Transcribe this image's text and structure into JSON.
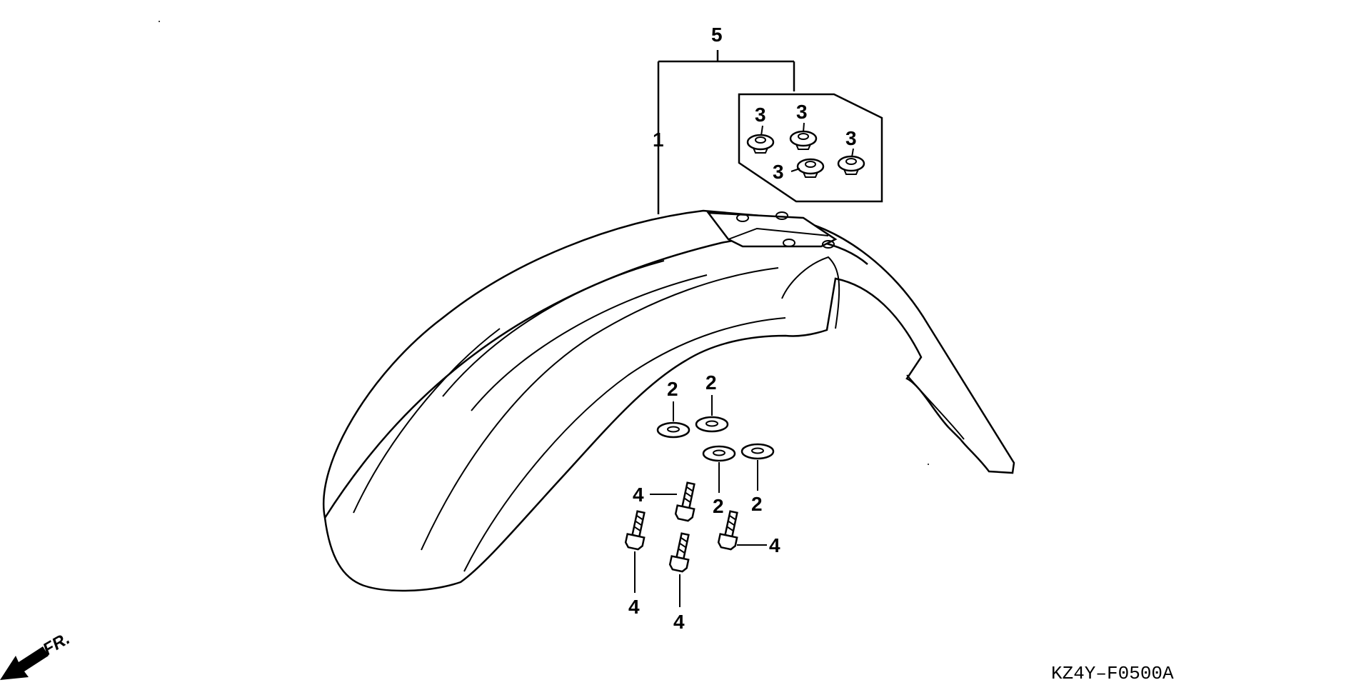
{
  "diagram": {
    "drawing_code": "KZ4Y–F0500A",
    "direction_label": "FR.",
    "callouts": {
      "fender_assy": "5",
      "fender": "1",
      "washer": "2",
      "grommet": "3",
      "bolt": "4"
    }
  }
}
